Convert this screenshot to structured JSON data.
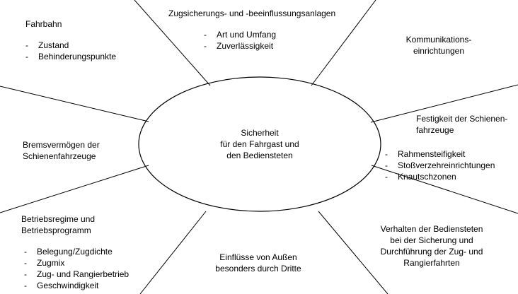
{
  "center": [
    "Sicherheit",
    "für den Fahrgast und",
    "den Bediensteten"
  ],
  "factors": {
    "fahrbahn": {
      "title": "Fahrbahn",
      "items": [
        "Zustand",
        "Behinderungspunkte"
      ]
    },
    "zugsicherung": {
      "title": "Zugsicherungs- und -beeinflussungsanlagen",
      "items": [
        "Art und Umfang",
        "Zuverlässigkeit"
      ]
    },
    "kommunikation": {
      "lines": [
        "Kommunikations-",
        "einrichtungen"
      ]
    },
    "bremsvermoegen": {
      "lines": [
        "Bremsvermögen der",
        "Schienenfahrzeuge"
      ]
    },
    "festigkeit": {
      "lines": [
        "Festigkeit der Schienen-",
        "fahrzeuge"
      ],
      "items": [
        "Rahmensteifigkeit",
        "Stoßverzehreinrichtungen",
        "Knautschzonen"
      ]
    },
    "betriebsregime": {
      "lines": [
        "Betriebsregime und",
        "Betriebsprogramm"
      ],
      "items": [
        "Belegung/Zugdichte",
        "Zugmix",
        "Zug- und Rangierbetrieb",
        "Geschwindigkeit"
      ]
    },
    "einfluesse": {
      "lines": [
        "Einflüsse von Außen",
        "besonders durch Dritte"
      ]
    },
    "verhalten": {
      "lines": [
        "Verhalten der Bediensteten",
        "bei der Sicherung und",
        "Durchführung der Zug- und",
        "Rangierfahrten"
      ]
    }
  }
}
